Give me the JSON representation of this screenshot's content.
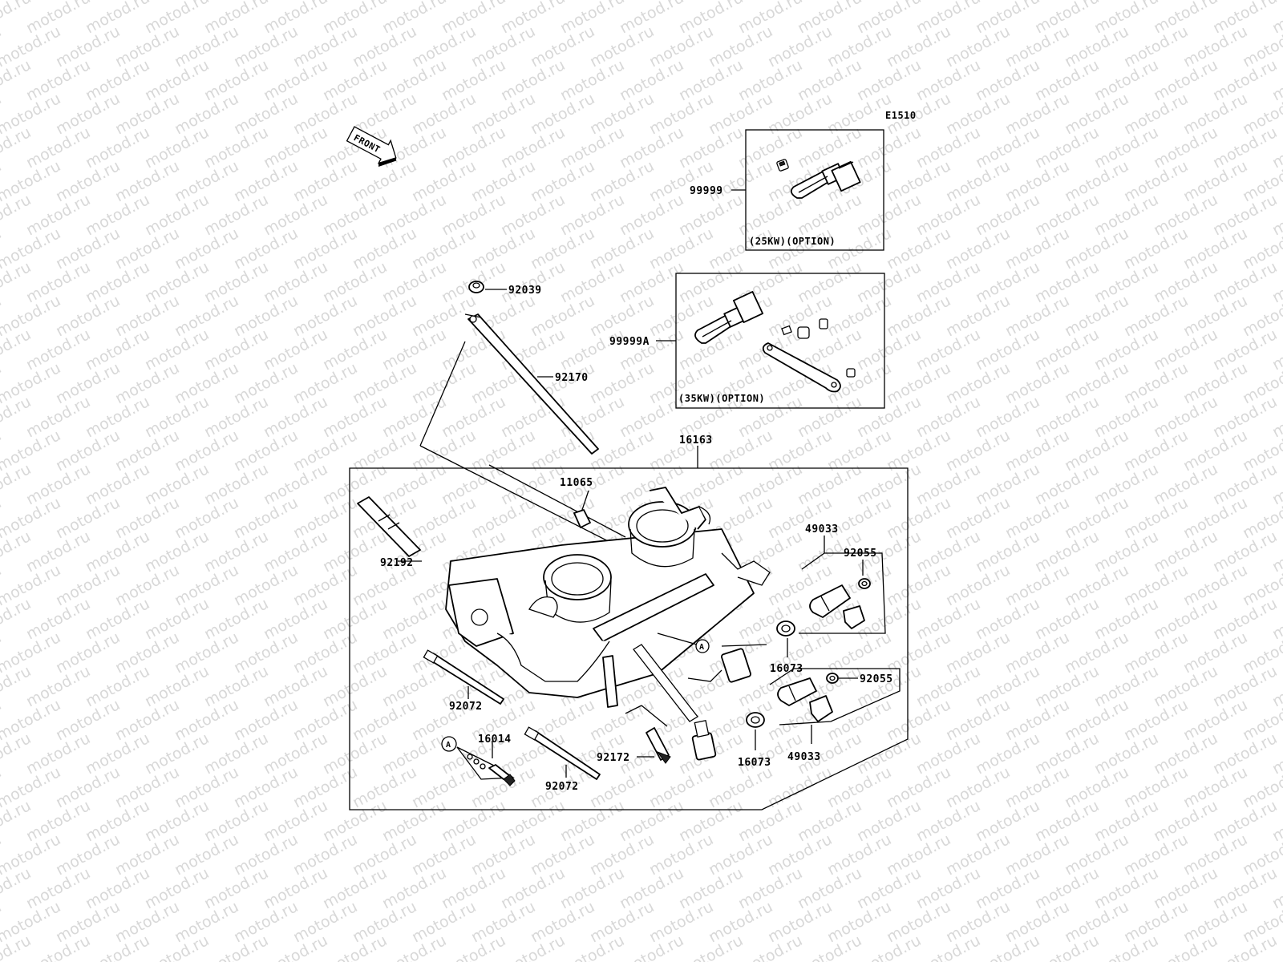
{
  "diagram": {
    "code": "E1510",
    "watermark": "motod.ru",
    "front_arrow": "FRONT",
    "callout_marker": "A",
    "boxes": {
      "option_25kw": "(25KW)(OPTION)",
      "option_35kw": "(35KW)(OPTION)"
    },
    "parts": {
      "p99999": "99999",
      "p99999a": "99999A",
      "p92039": "92039",
      "p92170": "92170",
      "p16163": "16163",
      "p11065": "11065",
      "p92192": "92192",
      "p49033_top": "49033",
      "p92055_top": "92055",
      "p16073_top": "16073",
      "p92055_bottom": "92055",
      "p49033_bottom": "49033",
      "p16073_bottom": "16073",
      "p92072_left": "92072",
      "p16014": "16014",
      "p92172": "92172",
      "p92072_bottom": "92072"
    }
  }
}
